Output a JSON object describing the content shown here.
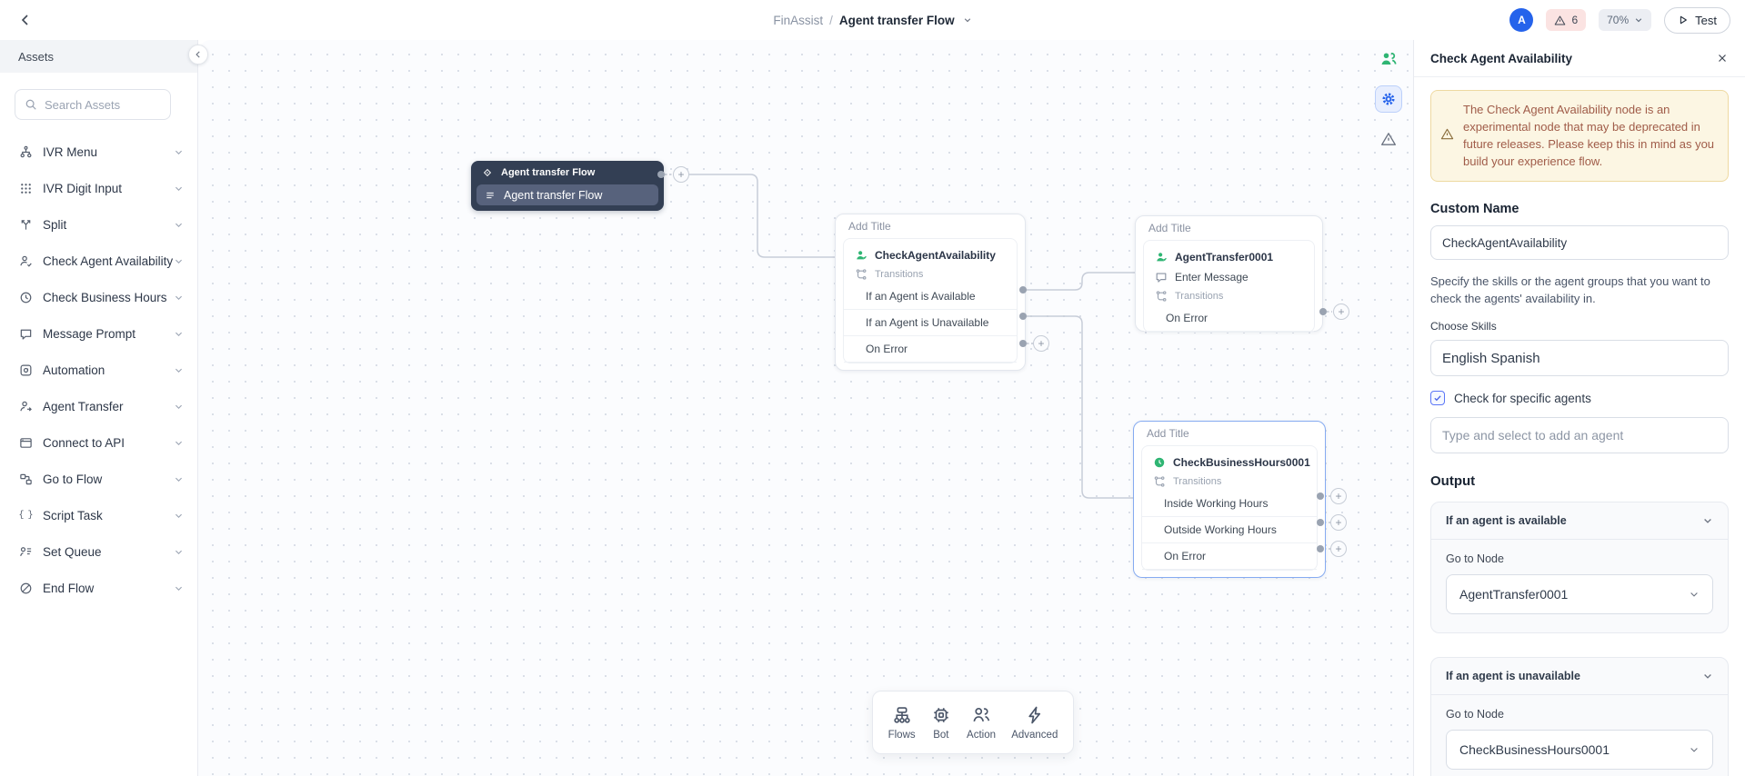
{
  "colors": {
    "accent": "#2563eb",
    "node-dark": "#333f54",
    "green": "#2fb573",
    "warning-bg": "#fcf6e3",
    "warning-border": "#eed9a1",
    "warning-text": "#a05c49",
    "badge-bg": "#fbe3e2"
  },
  "header": {
    "breadcrumb_app": "FinAssist",
    "breadcrumb_sep": "/",
    "breadcrumb_page": "Agent transfer Flow",
    "avatar": "A",
    "warning_count": "6",
    "zoom_level": "70%",
    "test_label": "Test"
  },
  "sidebar": {
    "title": "Assets",
    "search_placeholder": "Search Assets",
    "items": [
      {
        "label": "IVR Menu"
      },
      {
        "label": "IVR Digit Input"
      },
      {
        "label": "Split"
      },
      {
        "label": "Check Agent Availability"
      },
      {
        "label": "Check Business Hours"
      },
      {
        "label": "Message Prompt"
      },
      {
        "label": "Automation"
      },
      {
        "label": "Agent Transfer"
      },
      {
        "label": "Connect to API"
      },
      {
        "label": "Go to Flow"
      },
      {
        "label": "Script Task"
      },
      {
        "label": "Set Queue"
      },
      {
        "label": "End Flow"
      }
    ]
  },
  "canvas": {
    "start_node": {
      "title": "Agent transfer Flow",
      "subtitle": "Agent transfer Flow"
    },
    "nodes": [
      {
        "title": "Add Title",
        "name": "CheckAgentAvailability",
        "transitions_label": "Transitions",
        "transitions": [
          "If an Agent is Available",
          "If an Agent is Unavailable",
          "On Error"
        ]
      },
      {
        "title": "Add Title",
        "name": "AgentTransfer0001",
        "message_label": "Enter Message",
        "transitions_label": "Transitions",
        "transitions": [
          "On Error"
        ]
      },
      {
        "title": "Add Title",
        "name": "CheckBusinessHours0001",
        "transitions_label": "Transitions",
        "transitions": [
          "Inside Working Hours",
          "Outside Working Hours",
          "On Error"
        ]
      }
    ],
    "toolbar": [
      {
        "label": "Flows"
      },
      {
        "label": "Bot"
      },
      {
        "label": "Action"
      },
      {
        "label": "Advanced"
      }
    ]
  },
  "panel": {
    "title": "Check Agent Availability",
    "warning_text": "The Check Agent Availability node is an experimental node that may be deprecated in future releases. Please keep this in mind as you build your experience flow.",
    "custom_name_label": "Custom Name",
    "custom_name_value": "CheckAgentAvailability",
    "description": "Specify the skills or the agent groups that you want to check the agents' availability in.",
    "choose_skills_label": "Choose Skills",
    "skills_value": "English Spanish",
    "checkbox_label": "Check for specific agents",
    "agent_placeholder": "Type and select to add an agent",
    "output_label": "Output",
    "outputs": [
      {
        "condition": "If an agent is available",
        "goto_label": "Go to Node",
        "goto_value": "AgentTransfer0001"
      },
      {
        "condition": "If an agent is unavailable",
        "goto_label": "Go to Node",
        "goto_value": "CheckBusinessHours0001"
      }
    ]
  }
}
